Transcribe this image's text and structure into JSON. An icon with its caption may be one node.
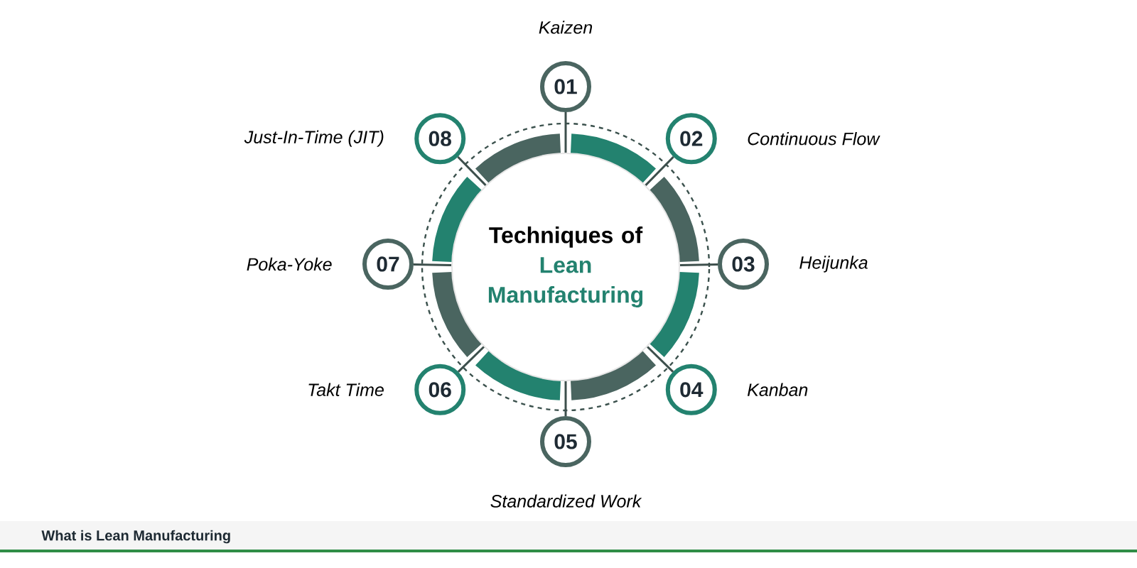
{
  "diagram": {
    "nodes": [
      {
        "text": [
          "Techniques of",
          "Lean Manufacturing"
        ]
      },
      {
        "text": [
          "01"
        ],
        "beside": [
          "Kaizen"
        ]
      },
      {
        "text": [
          "02"
        ],
        "beside": [
          "Continuous Flow"
        ]
      },
      {
        "text": [
          "03"
        ],
        "beside": [
          "Heijunka"
        ]
      },
      {
        "text": [
          "04"
        ],
        "beside": [
          "Kanban"
        ]
      },
      {
        "text": [
          "05"
        ],
        "beside": [
          "Standardized Work"
        ]
      },
      {
        "text": [
          "06"
        ],
        "beside": [
          "Takt Time"
        ]
      },
      {
        "text": [
          "07"
        ],
        "beside": [
          "Poka-Yoke"
        ]
      },
      {
        "text": [
          "08"
        ],
        "beside": [
          "Just-In-Time (JIT)"
        ]
      }
    ],
    "edges": [
      {
        "from": 0,
        "to": 1,
        "arrow": "none"
      },
      {
        "from": 0,
        "to": 2,
        "arrow": "none"
      },
      {
        "from": 0,
        "to": 3,
        "arrow": "none"
      },
      {
        "from": 0,
        "to": 4,
        "arrow": "none"
      },
      {
        "from": 0,
        "to": 5,
        "arrow": "none"
      },
      {
        "from": 0,
        "to": 6,
        "arrow": "none"
      },
      {
        "from": 0,
        "to": 7,
        "arrow": "none"
      },
      {
        "from": 0,
        "to": 8,
        "arrow": "none"
      }
    ],
    "labels": [
      "What is Lean Manufacturing"
    ]
  }
}
